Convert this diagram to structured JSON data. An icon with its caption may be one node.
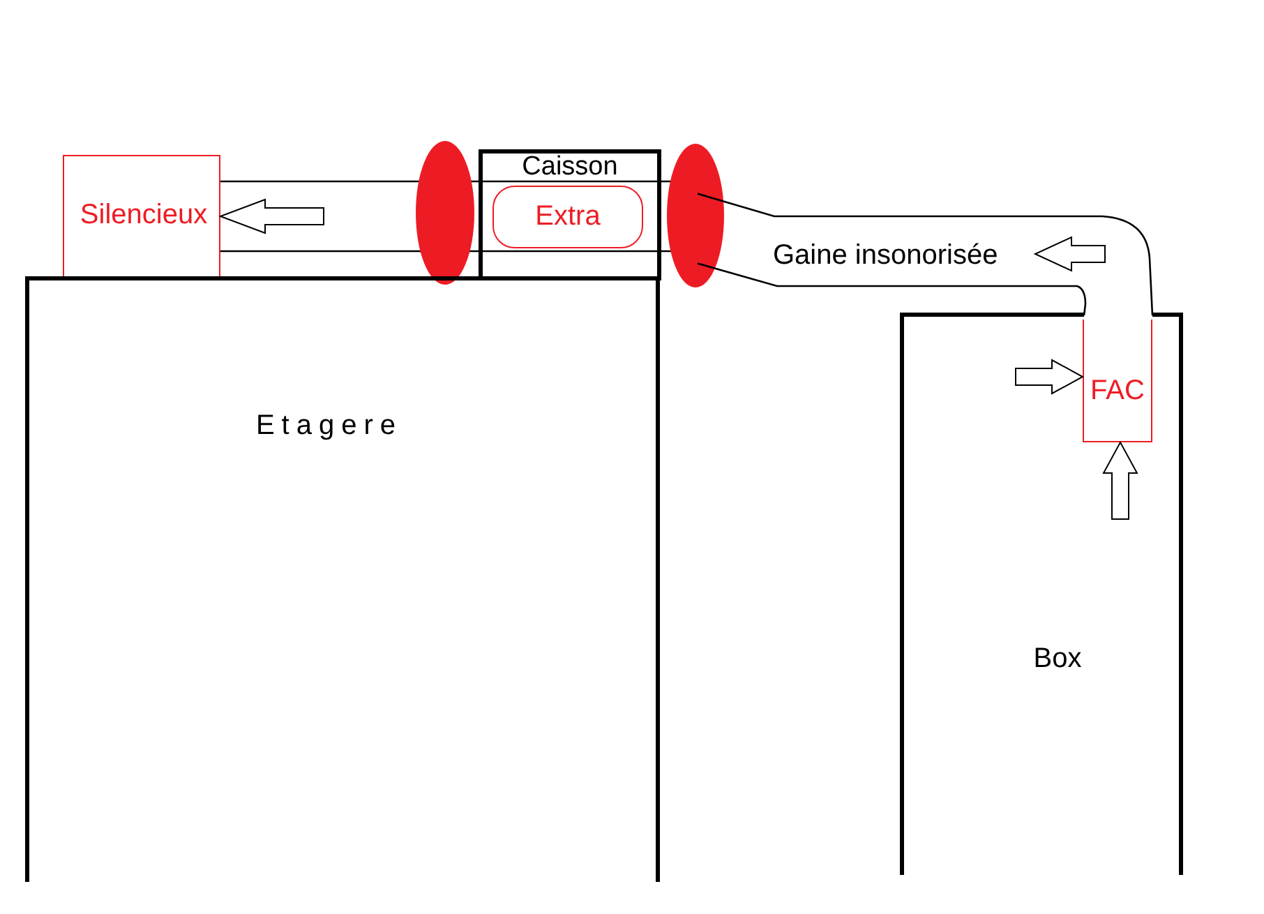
{
  "diagram": {
    "nodes": [
      {
        "text": [
          "Silencieux"
        ]
      },
      {
        "text": [],
        "shape": "ellipse"
      },
      {
        "text": [
          "Caisson"
        ]
      },
      {
        "text": [
          "Extra"
        ],
        "in": 2
      },
      {
        "text": [],
        "shape": "ellipse"
      },
      {
        "text": [
          "Gaine insonorisée"
        ]
      },
      {
        "text": [
          "Etagere"
        ]
      },
      {
        "text": [
          "Box"
        ]
      },
      {
        "text": [
          "FAC"
        ],
        "in": 7
      }
    ],
    "edges": [
      {
        "from": null,
        "to": 0,
        "arrow": "to"
      },
      {
        "from": null,
        "to": 8,
        "arrow": "to"
      },
      {
        "from": null,
        "to": 8,
        "arrow": "to"
      }
    ]
  }
}
